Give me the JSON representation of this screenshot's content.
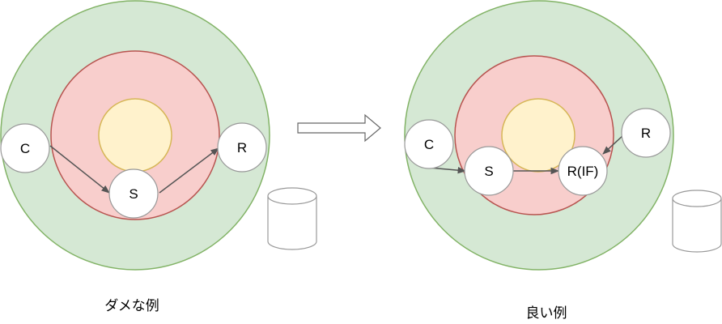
{
  "colors": {
    "outer_fill": "#d5e8d4",
    "outer_stroke": "#82b366",
    "middle_fill": "#f8cecc",
    "middle_stroke": "#b85450",
    "inner_fill": "#fff2cc",
    "inner_stroke": "#d6b656",
    "node_fill": "#ffffff",
    "node_stroke": "#999999",
    "edge": "#555555"
  },
  "left": {
    "caption": "ダメな例",
    "nodes": {
      "c": "C",
      "s": "S",
      "r": "R"
    }
  },
  "right": {
    "caption": "良い例",
    "nodes": {
      "c": "C",
      "s": "S",
      "rif": "R(IF)",
      "r": "R"
    }
  }
}
